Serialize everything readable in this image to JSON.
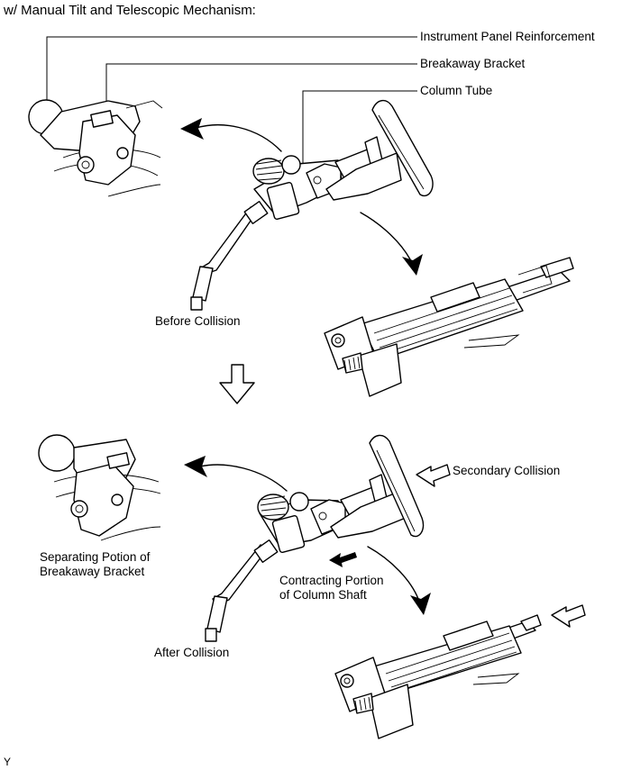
{
  "title": "w/ Manual Tilt and Telescopic Mechanism:",
  "labels": {
    "instrument_panel_reinforcement": "Instrument Panel Reinforcement",
    "breakaway_bracket": "Breakaway Bracket",
    "column_tube": "Column Tube",
    "before_collision": "Before Collision",
    "secondary_collision": "Secondary Collision",
    "separating_portion_line1": "Separating Potion of",
    "separating_portion_line2": "Breakaway Bracket",
    "contracting_portion_line1": "Contracting Portion",
    "contracting_portion_line2": "of Column Shaft",
    "after_collision": "After Collision"
  },
  "footer_code": "Y",
  "colors": {
    "line": "#000000",
    "background": "#ffffff"
  },
  "icons": [
    "down-outline-arrow-icon",
    "curved-arrow-icon",
    "outline-push-arrow-icon"
  ]
}
